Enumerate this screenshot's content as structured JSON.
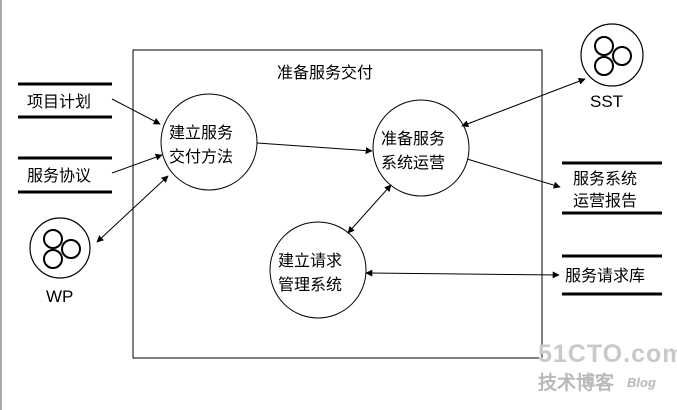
{
  "main_box": {
    "title": "准备服务交付"
  },
  "processes": {
    "establish_method": {
      "line1": "建立服务",
      "line2": "交付方法"
    },
    "prepare_operation": {
      "line1": "准备服务",
      "line2": "系统运营"
    },
    "request_management": {
      "line1": "建立请求",
      "line2": "管理系统"
    }
  },
  "inputs": {
    "project_plan": "项目计划",
    "service_agreement": "服务协议"
  },
  "outputs": {
    "operation_report_line1": "服务系统",
    "operation_report_line2": "运营报告",
    "request_repository": "服务请求库"
  },
  "external_entities": {
    "wp": "WP",
    "sst": "SST"
  },
  "watermark": {
    "site": "51CTO.com",
    "tagline": "技术博客",
    "blog": "Blog"
  }
}
